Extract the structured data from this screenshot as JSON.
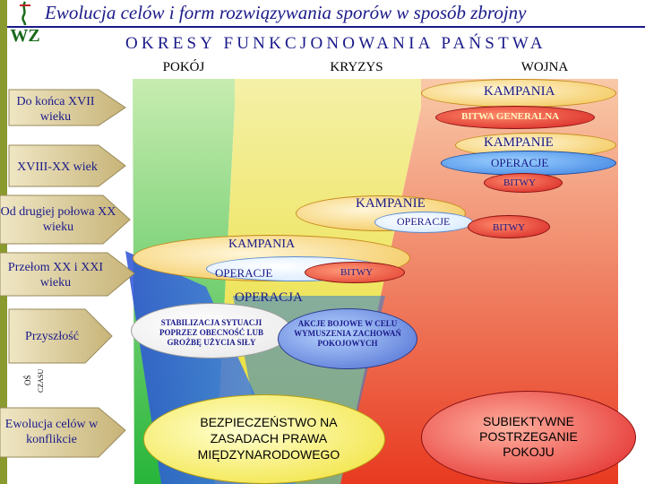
{
  "title": "Ewolucja celów i form rozwiązywania sporów w sposób zbrojny",
  "logo_text": "WZ",
  "functioning_header": "OKRESY FUNKCJONOWANIA PAŃSTWA",
  "columns": {
    "peace": "POKÓJ",
    "crisis": "KRYZYS",
    "war": "WOJNA"
  },
  "rows": {
    "r1": "Do końca XVII wieku",
    "r2": "XVIII-XX wiek",
    "r3": "Od drugiej połowa XX wieku",
    "r4": "Przełom XX i XXI wieku",
    "r5": "Przyszłość",
    "r6": "Ewolucja celów w konflikcie"
  },
  "axis_label": {
    "a": "OŚ",
    "b": "CZASU"
  },
  "labels": {
    "kampania1": "KAMPANIA",
    "bitwa_generalna": "BITWA GENERALNA",
    "kampanie2": "KAMPANIE",
    "operacje2": "OPERACJE",
    "bitwy2": "BITWY",
    "kampanie3": "KAMPANIE",
    "operacje3": "OPERACJE",
    "bitwy3": "BITWY",
    "kampania4": "KAMPANIA",
    "operacje4": "OPERACJE",
    "bitwy4": "BITWY",
    "operacja5": "OPERACJA",
    "stabilizacja": "STABILIZACJA SYTUACJI POPRZEZ OBECNOŚĆ LUB GROŹBĘ UŻYCIA SIŁY",
    "akcje": "AKCJE BOJOWE W CELU WYMUSZENIA ZACHOWAŃ POKOJOWYCH",
    "bezpieczenstwo": "BEZPIECZEŃSTWO NA ZASADACH PRAWA MIĘDZYNARODOWEGO",
    "subiektywne": "SUBIEKTYWNE POSTRZEGANIE POKOJU"
  },
  "colors": {
    "title": "#1a1a8a",
    "peace": "#3fbf3f",
    "crisis": "#f0e23a",
    "war": "#e8452a",
    "arrow": "#d9c88a",
    "campaign": "#f7c85a",
    "operation": "#2a6fd6",
    "battle": "#d22424"
  }
}
